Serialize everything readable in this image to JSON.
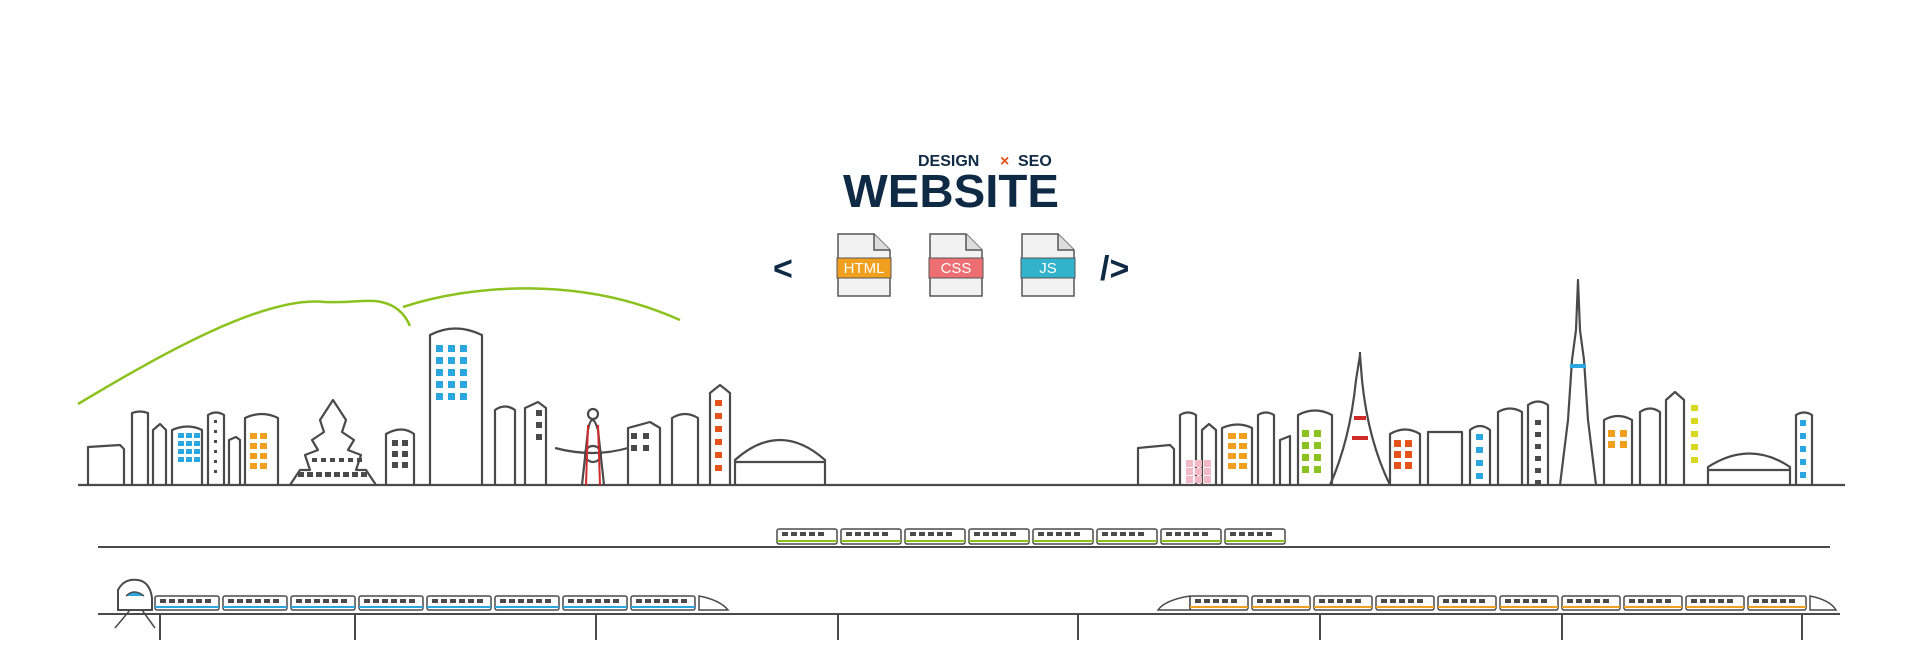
{
  "logo": {
    "subtitle_left": "DESIGN",
    "subtitle_sep": "×",
    "subtitle_right": "SEO",
    "title": "WEBSITE"
  },
  "code_brackets": {
    "open": "<",
    "close": "/>"
  },
  "files": [
    {
      "label": "HTML",
      "color": "#f0a01e"
    },
    {
      "label": "CSS",
      "color": "#ee6f73"
    },
    {
      "label": "JS",
      "color": "#33b2cc"
    }
  ],
  "colors": {
    "navy": "#0f2a45",
    "line": "#4a4a4a",
    "green_hill": "#8cc21f",
    "blue": "#2aa7e1",
    "orange": "#f0a01e",
    "red": "#e5531a",
    "pink": "#f3b8c6",
    "lime": "#8cc21f",
    "yellow": "#d8d81f",
    "tower_red": "#d12a2a"
  },
  "icons": {
    "train_nose": "shinkansen-nose-icon",
    "file": "document-icon"
  }
}
